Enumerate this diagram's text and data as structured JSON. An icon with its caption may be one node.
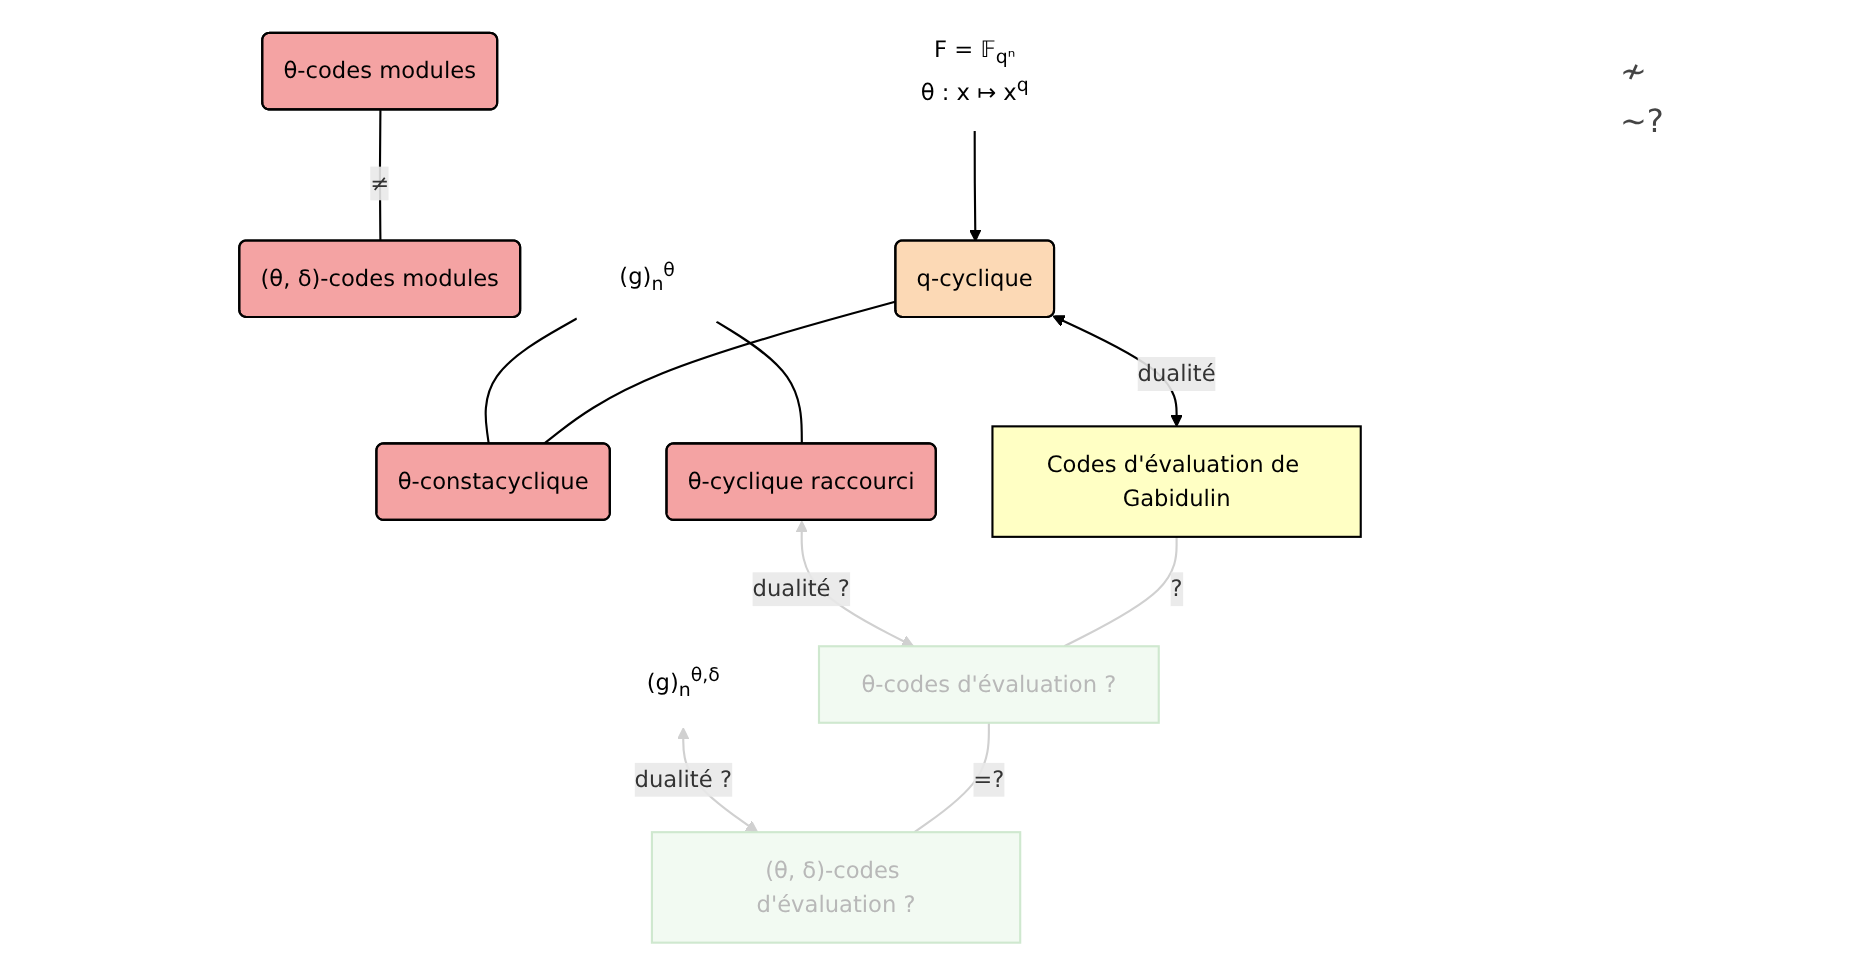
{
  "diagram": {
    "nodes": [
      {
        "text": [
          "θ-codes modules"
        ]
      },
      {
        "text": [
          "(θ, δ)-codes modules"
        ]
      },
      {
        "text": [
          "(g)$_{n}$$^{θ}$"
        ]
      },
      {
        "text": [
          "(g)$_{n}$$^{θ,δ}$"
        ]
      },
      {
        "text": [
          "F = 𝔽$_{qⁿ}$",
          "θ : x ↦ x$^{q}$"
        ]
      },
      {
        "text": [
          "q-cyclique"
        ]
      },
      {
        "text": [
          "θ-constacyclique"
        ]
      },
      {
        "text": [
          "θ-cyclique raccourci"
        ]
      },
      {
        "text": [
          "Codes d'évaluation de Gabidulin"
        ]
      },
      {
        "text": [
          "θ-codes d'évaluation ?"
        ]
      },
      {
        "text": [
          "(θ, δ)-codes d'évaluation ?"
        ]
      }
    ],
    "edges": [
      {
        "from": 0,
        "to": 1,
        "arrow": "none",
        "label": "≠"
      },
      {
        "from": 2,
        "to": 6,
        "arrow": "none"
      },
      {
        "from": 2,
        "to": 7,
        "arrow": "none"
      },
      {
        "from": 4,
        "to": 5,
        "arrow": "to"
      },
      {
        "from": 5,
        "to": 6,
        "arrow": "none"
      },
      {
        "from": 5,
        "to": 8,
        "arrow": "both",
        "label": "dualité"
      },
      {
        "from": 7,
        "to": 9,
        "arrow": "both",
        "label": "dualité ?",
        "color": "#d0d0d0"
      },
      {
        "from": 3,
        "to": 10,
        "arrow": "both",
        "label": "dualité ?",
        "color": "#d0d0d0"
      },
      {
        "from": 8,
        "to": 9,
        "arrow": "none",
        "label": "?",
        "color": "#d0d0d0"
      },
      {
        "from": 9,
        "to": 10,
        "arrow": "none",
        "label": "=?",
        "color": "#d0d0d0"
      }
    ],
    "labels": [
      "≁",
      "∼?"
    ]
  }
}
